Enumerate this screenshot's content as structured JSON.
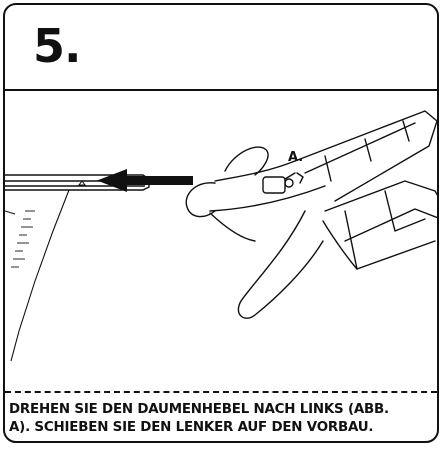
{
  "step": {
    "number": "5."
  },
  "figure": {
    "callout_label": "A."
  },
  "instruction": {
    "text": "DREHEN SIE DEN DAUMENHEBEL NACH LINKS (ABB.\nA). SCHIEBEN SIE DEN LENKER AUF DEN VORBAU."
  },
  "colors": {
    "ink": "#111111",
    "background": "#ffffff"
  }
}
